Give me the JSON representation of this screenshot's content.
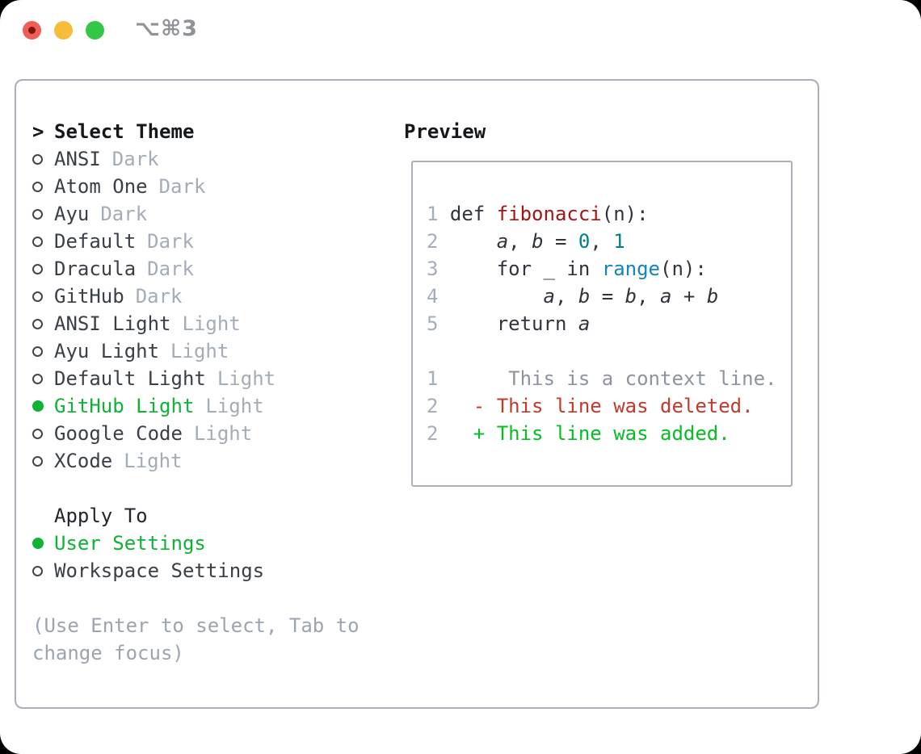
{
  "window": {
    "shortcut": "⌥⌘3",
    "traffic_colors": {
      "close": "#ee5f58",
      "close_dot": "#7f1410",
      "minimize": "#f6bd3b",
      "zoom": "#32c845"
    }
  },
  "theme_panel": {
    "prompt": ">",
    "title": "Select Theme",
    "themes": [
      {
        "name": "ANSI",
        "variant": "Dark",
        "selected": false
      },
      {
        "name": "Atom One",
        "variant": "Dark",
        "selected": false
      },
      {
        "name": "Ayu",
        "variant": "Dark",
        "selected": false
      },
      {
        "name": "Default",
        "variant": "Dark",
        "selected": false
      },
      {
        "name": "Dracula",
        "variant": "Dark",
        "selected": false
      },
      {
        "name": "GitHub",
        "variant": "Dark",
        "selected": false
      },
      {
        "name": "ANSI Light",
        "variant": "Light",
        "selected": false
      },
      {
        "name": "Ayu Light",
        "variant": "Light",
        "selected": false
      },
      {
        "name": "Default Light",
        "variant": "Light",
        "selected": false
      },
      {
        "name": "GitHub Light",
        "variant": "Light",
        "selected": true
      },
      {
        "name": "Google Code",
        "variant": "Light",
        "selected": false
      },
      {
        "name": "XCode",
        "variant": "Light",
        "selected": false
      }
    ],
    "apply_to": {
      "title": "Apply To",
      "options": [
        {
          "label": "User Settings",
          "selected": true
        },
        {
          "label": "Workspace Settings",
          "selected": false
        }
      ]
    },
    "hint_lines": [
      "(Use Enter to select, Tab to",
      "change focus)"
    ]
  },
  "preview": {
    "title": "Preview",
    "lines": [
      {
        "tokens": [
          {
            "t": "1 ",
            "c": "ln"
          },
          {
            "t": "def ",
            "c": "code"
          },
          {
            "t": "fibonacci",
            "c": "fn"
          },
          {
            "t": "(n):",
            "c": "code"
          }
        ]
      },
      {
        "tokens": [
          {
            "t": "2 ",
            "c": "ln"
          },
          {
            "t": "    ",
            "c": "code"
          },
          {
            "t": "a",
            "c": "var"
          },
          {
            "t": ", ",
            "c": "code"
          },
          {
            "t": "b",
            "c": "var"
          },
          {
            "t": " = ",
            "c": "code"
          },
          {
            "t": "0",
            "c": "num"
          },
          {
            "t": ", ",
            "c": "code"
          },
          {
            "t": "1",
            "c": "num"
          }
        ]
      },
      {
        "tokens": [
          {
            "t": "3 ",
            "c": "ln"
          },
          {
            "t": "    for _ in ",
            "c": "code"
          },
          {
            "t": "range",
            "c": "builtin"
          },
          {
            "t": "(n):",
            "c": "code"
          }
        ]
      },
      {
        "tokens": [
          {
            "t": "4 ",
            "c": "ln"
          },
          {
            "t": "        ",
            "c": "code"
          },
          {
            "t": "a",
            "c": "var"
          },
          {
            "t": ", ",
            "c": "code"
          },
          {
            "t": "b",
            "c": "var"
          },
          {
            "t": " = ",
            "c": "code"
          },
          {
            "t": "b",
            "c": "var"
          },
          {
            "t": ", ",
            "c": "code"
          },
          {
            "t": "a",
            "c": "var"
          },
          {
            "t": " + ",
            "c": "code"
          },
          {
            "t": "b",
            "c": "var"
          }
        ]
      },
      {
        "tokens": [
          {
            "t": "5 ",
            "c": "ln"
          },
          {
            "t": "    return ",
            "c": "code"
          },
          {
            "t": "a",
            "c": "var"
          }
        ]
      },
      {
        "tokens": []
      },
      {
        "tokens": [
          {
            "t": "1",
            "c": "ln"
          },
          {
            "t": "      This is a context line.",
            "c": "ctx"
          }
        ]
      },
      {
        "tokens": [
          {
            "t": "2",
            "c": "ln"
          },
          {
            "t": "   - This line was deleted.",
            "c": "del"
          }
        ]
      },
      {
        "tokens": [
          {
            "t": "2",
            "c": "ln"
          },
          {
            "t": "   + This line was added.",
            "c": "add"
          }
        ]
      }
    ]
  },
  "colors": {
    "selection_green": "#10b236",
    "diff_added": "#06bd23",
    "diff_deleted": "#c13a2b",
    "diff_context": "#8d949d",
    "line_number": "#a4aeb9",
    "code_default": "#30353d",
    "function_red": "#a01616",
    "number_teal": "#008080",
    "builtin_blue": "#0e87bc",
    "muted_gray": "#9ba5b0",
    "border_gray": "#a9b0ba"
  }
}
